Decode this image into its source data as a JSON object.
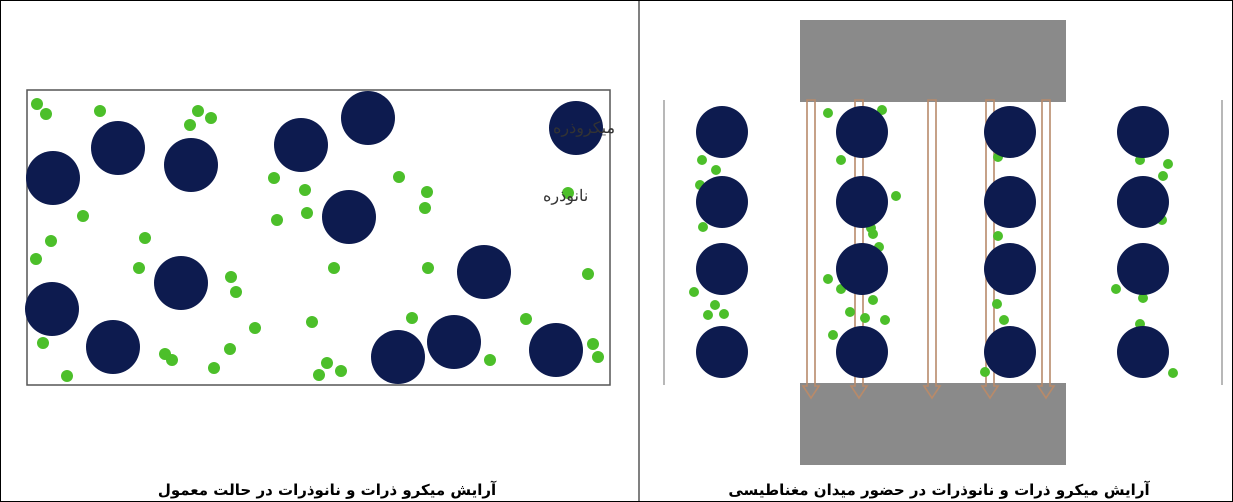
{
  "left_panel": {
    "label_micro": "میکروذره",
    "label_nano": "نانوذره",
    "caption": "آرایش میکرو ذرات و نانوذرات در حالت معمول"
  },
  "right_panel": {
    "caption": "آرایش میکرو ذرات و نانوذرات در حضور میدان مغناطیسی"
  },
  "colors": {
    "microparticle": "#0d1b4f",
    "nanoparticle": "#4cbf2a",
    "magnet_pole": "#8a8a8a",
    "field_arrow": "#b88a6a",
    "border": "#000000"
  },
  "icons": {
    "field_arrow": "down-arrow-icon"
  }
}
